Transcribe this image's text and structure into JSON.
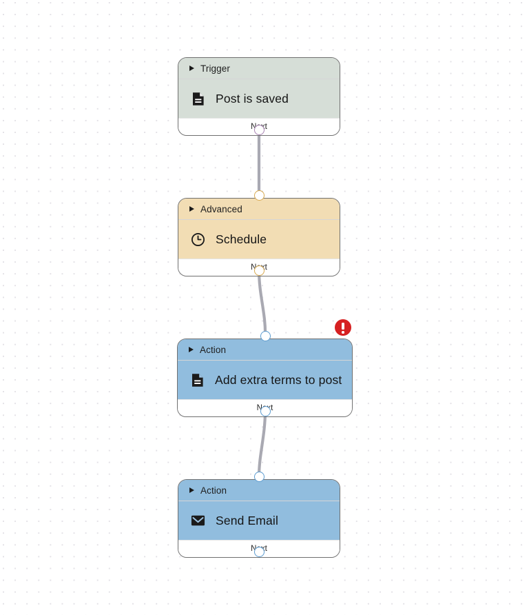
{
  "canvas": {
    "grid": "dotted",
    "background_color": "#ffffff",
    "dot_color": "#e3e1e6"
  },
  "colors": {
    "trigger_fill": "#d6ded7",
    "advanced_fill": "#f2ddb4",
    "action_fill": "#91bdde",
    "node_border": "#6f6f6f",
    "edge_line": "#a9a9b2",
    "error_red": "#d62021",
    "port_purple": "#a882b2",
    "port_orange": "#d7a84e",
    "port_blue": "#5b9bd0"
  },
  "nodes": [
    {
      "id": "node-trigger",
      "category": "Trigger",
      "title": "Post is saved",
      "icon": "document-icon",
      "footer_label": "Next",
      "theme": "trigger"
    },
    {
      "id": "node-advanced",
      "category": "Advanced",
      "title": "Schedule",
      "icon": "clock-icon",
      "footer_label": "Next",
      "theme": "advanced"
    },
    {
      "id": "node-action-terms",
      "category": "Action",
      "title": "Add extra terms to post",
      "icon": "document-icon",
      "footer_label": "Next",
      "theme": "action",
      "has_error": true,
      "error_icon": "error-exclamation-icon"
    },
    {
      "id": "node-action-email",
      "category": "Action",
      "title": "Send Email",
      "icon": "envelope-icon",
      "footer_label": "Next",
      "theme": "action"
    }
  ],
  "edges": [
    {
      "from": "node-trigger",
      "to": "node-advanced"
    },
    {
      "from": "node-advanced",
      "to": "node-action-terms"
    },
    {
      "from": "node-action-terms",
      "to": "node-action-email"
    }
  ]
}
